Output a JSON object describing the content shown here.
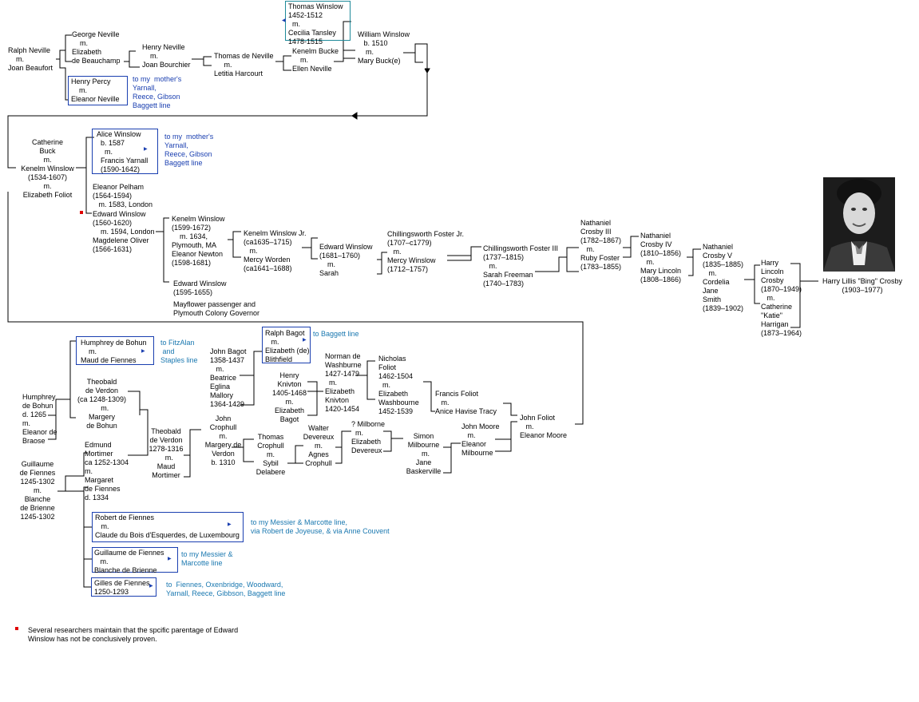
{
  "people": {
    "ralph_neville": "Ralph Neville\n    m.\nJoan Beaufort",
    "george_neville": "George Neville\n    m.\nElizabeth\nde Beauchamp",
    "henry_percy": "Henry Percy\n    m.\nEleanor Neville",
    "henry_neville": "Henry Neville\n    m.\nJoan Bourchier",
    "thomas_de_neville": "Thomas de Neville\n     m.\nLetitia Harcourt",
    "thomas_winslow": "Thomas Winslow\n1452-1512\n  m.\nCecilia Tansley\n1478-1515",
    "kenelm_bucke": "Kenelm Bucke\n    m.\nEllen Neville",
    "william_winslow": "William Winslow\n   b. 1510\n    m.\nMary Buck(e)",
    "kenelm_winslow_1534": "Catherine\nBuck\nm.\nKenelm Winslow\n(1534-1607)\nm.\nElizabeth Foliot",
    "alice_winslow": "Alice Winslow\n  b. 1587\n    m.\n  Francis Yarnall\n  (1590-1642)",
    "eleanor_pelham": "Eleanor Pelham\n(1564-1594)\n   m. 1583, London",
    "edward_winslow_1560": "Edward Winslow\n(1560-1620)\n    m. 1594, London\nMagdelene Oliver\n(1566-1631)",
    "kenelm_winslow_1599": "Kenelm Winslow\n(1599-1672)\n    m. 1634,\nPlymouth, MA\nEleanor Newton\n(1598-1681)",
    "edward_winslow_1595": "Edward Winslow\n(1595-1655)",
    "mayflower_note": "Mayflower passenger and\nPlymouth Colony Governor",
    "kenelm_winslow_jr": "Kenelm Winslow Jr.\n(ca1635–1715)\n   m.\nMercy Worden\n(ca1641–1688)",
    "edward_winslow_1681": "Edward Winslow\n(1681–1760)\n    m.\nSarah",
    "chillingsworth_foster_jr": "Chillingsworth Foster Jr.\n(1707–c1779)\n   m.\nMercy Winslow\n(1712–1757)",
    "chillingsworth_foster_iii": "Chillingsworth Foster III\n(1737–1815)\n   m.\nSarah Freeman\n(1740–1783)",
    "nathaniel_crosby_iii": "Nathaniel\nCrosby III\n(1782–1867)\n   m.\nRuby Foster\n(1783–1855)",
    "nathaniel_crosby_iv": "Nathaniel\nCrosby IV\n(1810–1856)\n   m.\nMary Lincoln\n(1808–1866)",
    "nathaniel_crosby_v": "Nathaniel\nCrosby V\n(1835–1885)\n   m.\nCordelia\nJane\nSmith\n(1839–1902)",
    "harry_lincoln_crosby": "Harry\nLincoln\nCrosby\n(1870–1949)\n   m.\nCatherine\n\"Katie\"\nHarrigan\n(1873–1964)",
    "bing_crosby": "Harry Lillis \"Bing\" Crosby\n(1903–1977)",
    "humphrey_de_bohun_top": "Humphrey de Bohun\n    m.\nMaud de Fiennes",
    "humphrey_de_bohun_1265": "Humphrey\nde Bohun\nd. 1265\nm.\nEleanor de\nBraose",
    "theobald_verdon_1": "Theobald\nde Verdon\n(ca 1248-1309)\n   m.\nMargery\nde Bohun",
    "theobald_verdon_2": "Theobald\nde Verdon\n1278-1316\n   m.\nMaud\nMortimer",
    "edmund_mortimer": "Edmund\nMortimer\nca 1252-1304\nm.\nMargaret\nde Fiennes\nd. 1334",
    "guillaume_de_fiennes_1245": "Guillaume\nde Fiennes\n1245-1302\nm.\nBlanche\nde Brienne\n1245-1302",
    "john_bagot": "John Bagot\n1358-1437\n   m.\nBeatrice\nEglina\nMallory\n1364-1429",
    "ralph_bagot": "Ralph Bagot\n   m.\nElizabeth (de)\nBlithfield",
    "henry_knivton": "Henry\nKnivton\n1405-1468\nm.\nElizabeth\nBagot",
    "norman_de_washburne": "Norman de\nWashburne\n1427-1479\n  m.\nElizabeth\nKnivton\n1420-1454",
    "nicholas_foliot": "Nicholas\nFoliot\n1462-1504\n  m.\nElizabeth\nWashbourne\n1452-1539",
    "francis_foliot": "Francis Foliot\n   m.\nAnice Havise Tracy",
    "john_foliot": "John Foliot\n   m.\nEleanor Moore",
    "john_crophull": "John\nCrophull\nm.\nMargery de\nVerdon\nb. 1310",
    "thomas_crophull": "Thomas\nCrophull\nm.\nSybil\nDelabere",
    "walter_devereux": "Walter\nDevereux\nm.\nAgnes\nCrophull",
    "milborne": "? Milborne\n  m.\nElizabeth\nDevereux",
    "simon_milbourne": "Simon\nMilbourne\n  m.\nJane\nBaskerville",
    "john_moore": "John Moore\n   m.\nEleanor\nMilbourne",
    "robert_de_fiennes": "Robert de Fiennes\n   m.\nClaude du Bois d'Esquerdes, de Luxembourg",
    "guillaume_de_fiennes_blanche": "Guillaume de Fiennes\n   m.\nBlanche de Brienne",
    "gilles_de_fiennes": "Gilles de Fiennes\n1250-1293"
  },
  "links": {
    "mother_line_1": "to my  mother's\nYarnall,\nReece, Gibson\nBaggett line",
    "mother_line_2": "to my  mother's\nYarnall,\nReece, Gibson\nBaggett line",
    "fitzalan": "to FitzAlan\n and\nStaples line",
    "baggett": "to Baggett line",
    "messier_1": "to my Messier & Marcotte line,\nvia Robert de Joyeuse, & via Anne Couvent",
    "messier_2": "to my Messier &\nMarcotte line",
    "fiennes": "to  Fiennes, Oxenbridge, Woodward,\nYarnall, Reece, Gibbson, Baggett line"
  },
  "footnote": "Several researchers maintain that the spcific parentage of Edward\nWinslow has not be conclusively proven.",
  "colors": {
    "link_blue": "#1a3fb0",
    "link_teal": "#1a78b0",
    "box_teal": "#1f8a9a",
    "footnote_marker": "#e00000"
  },
  "photo": {
    "subject_icon": "portrait-photo-icon"
  }
}
